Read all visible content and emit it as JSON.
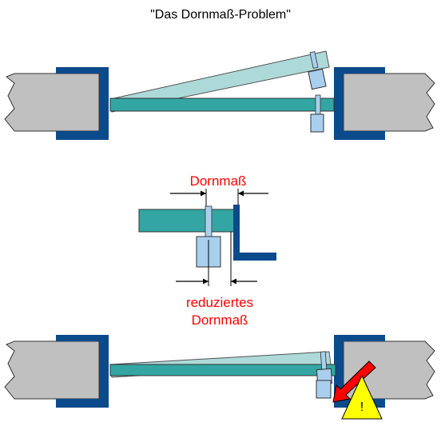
{
  "title": "\"Das Dornmaß-Problem\"",
  "labels": {
    "backset": "Dornmaß",
    "reduced_line1": "reduziertes",
    "reduced_line2": "Dornmaß",
    "warning_symbol": "!"
  },
  "colors": {
    "wall_fill": "#c0c0c0",
    "frame_blue": "#0b4a8b",
    "door_teal": "#33a6a3",
    "door_teal_light": "#9fd4d2",
    "lock_blue": "#a9cfee",
    "accent_red": "#ff0000",
    "warning_yellow": "#ffff00"
  },
  "icons": [
    "warning-triangle-icon",
    "red-arrow-icon",
    "dimension-arrow-icon"
  ]
}
